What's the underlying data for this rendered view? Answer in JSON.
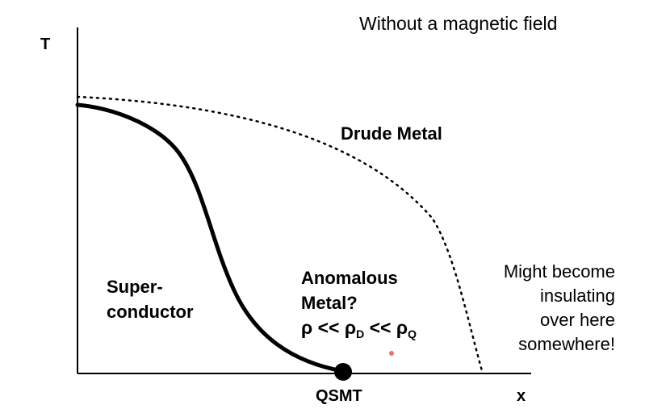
{
  "title": "Without a magnetic field",
  "axes": {
    "y_label": "T",
    "x_label": "x"
  },
  "regions": {
    "drude_metal": "Drude Metal",
    "superconductor_line1": "Super-",
    "superconductor_line2": "conductor",
    "anomalous_line1": "Anomalous",
    "anomalous_line2": "Metal?",
    "rho_main": "ρ << ρ",
    "rho_sub_d": "D",
    "rho_mid": " << ρ",
    "rho_sub_q": "Q"
  },
  "critical_point": {
    "label": "QSMT"
  },
  "note": {
    "line1": "Might become",
    "line2": "insulating",
    "line3": "over here",
    "line4": "somewhere!"
  },
  "colors": {
    "line": "#000000",
    "background": "#ffffff",
    "stray_dot": "#e57373"
  }
}
